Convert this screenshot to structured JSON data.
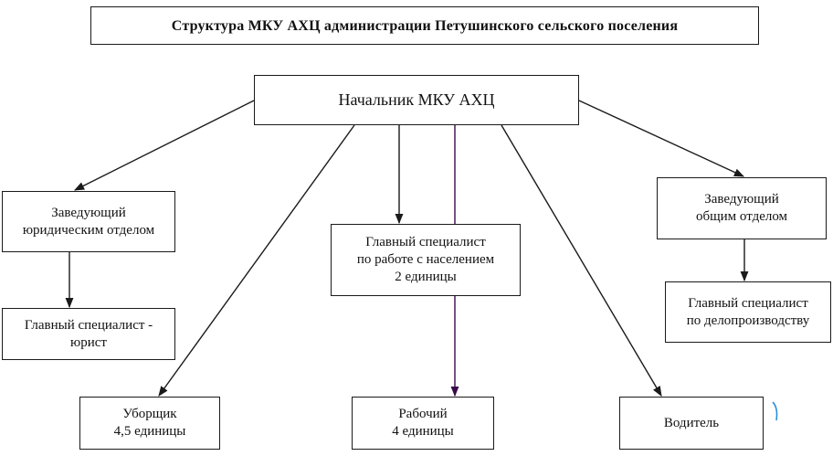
{
  "title": "Структура МКУ АХЦ администрации Петушинского сельского поселения",
  "colors": {
    "line": "#1a1a1a",
    "line_purple": "#3a0a4a",
    "accent_mark": "#2a8fd6"
  },
  "nodes": {
    "head": {
      "lines": [
        "Начальник МКУ АХЦ"
      ]
    },
    "legal_head": {
      "lines": [
        "Заведующий",
        "юридическим отделом"
      ]
    },
    "lawyer": {
      "lines": [
        "Главный специалист -",
        "юрист"
      ]
    },
    "population_spec": {
      "lines": [
        "Главный специалист",
        "по работе с населением",
        "2 единицы"
      ]
    },
    "general_head": {
      "lines": [
        "Заведующий",
        "общим отделом"
      ]
    },
    "records_spec": {
      "lines": [
        "Главный специалист",
        "по делопроизводству"
      ]
    },
    "cleaner": {
      "lines": [
        "Уборщик",
        "4,5 единицы"
      ]
    },
    "worker": {
      "lines": [
        "Рабочий",
        "4 единицы"
      ]
    },
    "driver": {
      "lines": [
        "Водитель"
      ]
    }
  }
}
